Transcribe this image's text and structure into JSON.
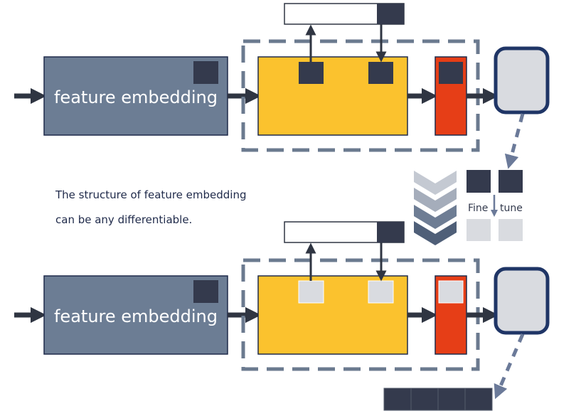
{
  "labels": {
    "feature_embedding_top": "feature embedding",
    "feature_embedding_bottom": "feature embedding",
    "note_line1": "The structure of feature embedding",
    "note_line2": "can be any differentiable.",
    "fine_tune_left": "Fine",
    "fine_tune_right": "tune"
  },
  "colors": {
    "embedding_fill": "#6c7d94",
    "embedding_stroke": "#1f2a4a",
    "yellow_fill": "#fbc22e",
    "red_fill": "#e63e17",
    "dark_square": "#343a4d",
    "light_square": "#d9dbe0",
    "output_fill": "#d9dbe0",
    "output_stroke": "#1f3566",
    "dashed_stroke": "#6b7a8f",
    "arrow": "#2f3542",
    "chevron_light": "#c4c9d2",
    "chevron_mid": "#a5adbb",
    "chevron_dark": "#4f5f78",
    "fine_arrow": "#6b7a99"
  }
}
